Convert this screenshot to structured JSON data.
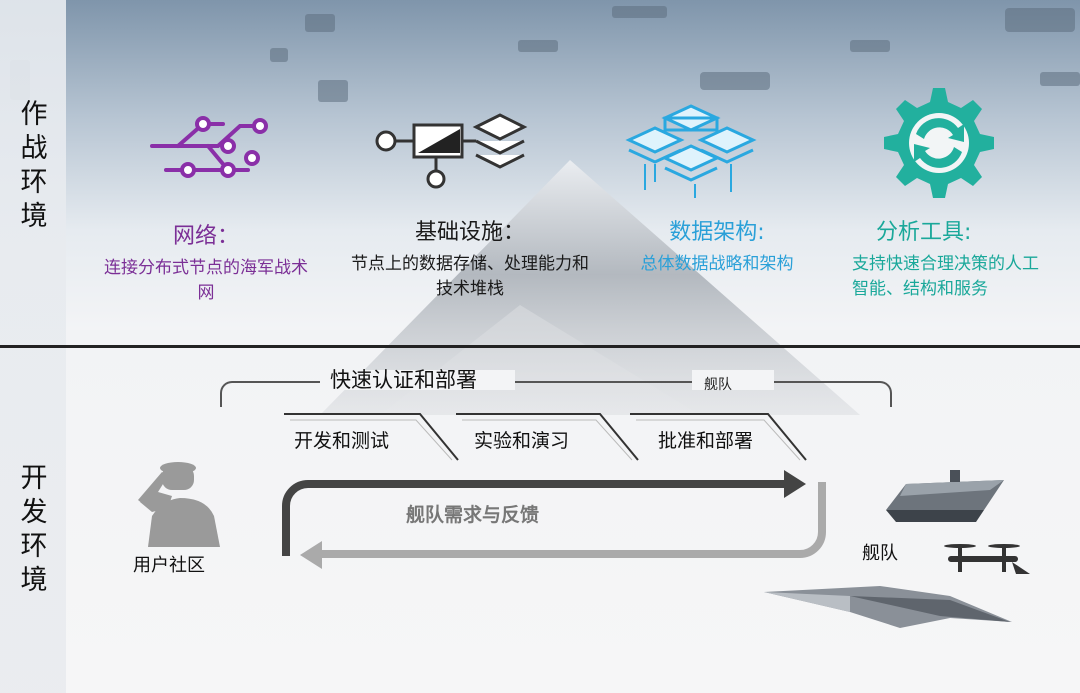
{
  "sides": {
    "combat_env": "作战环境",
    "dev_env": "开发环境"
  },
  "pillars": [
    {
      "title": "网络：",
      "desc": "连接分布式节点的海军战术网",
      "color": "#7b2f96"
    },
    {
      "title": "基础设施：",
      "desc": "节点上的数据存储、处理能力和技术堆栈",
      "color": "#1a1a1a"
    },
    {
      "title": "数据架构:",
      "desc": "总体数据战略和架构",
      "color": "#2aa0d8"
    },
    {
      "title": "分析工具:",
      "desc": "支持快速合理决策的人工智能、结构和服务",
      "color": "#1aa89a"
    }
  ],
  "process": {
    "rapid_title": "快速认证和部署",
    "fleet_small": "舰队",
    "steps": [
      "开发和测试",
      "实验和演习",
      "批准和部署"
    ],
    "feedback": "舰队需求与反馈",
    "user_community": "用户社区",
    "fleet": "舰队"
  },
  "icons": [
    "network-icon",
    "infrastructure-icon",
    "data-architecture-icon",
    "analytics-gear-icon",
    "soldier-salute-icon",
    "aircraft-carrier-icon",
    "tiltrotor-icon",
    "stealth-drone-icon"
  ]
}
